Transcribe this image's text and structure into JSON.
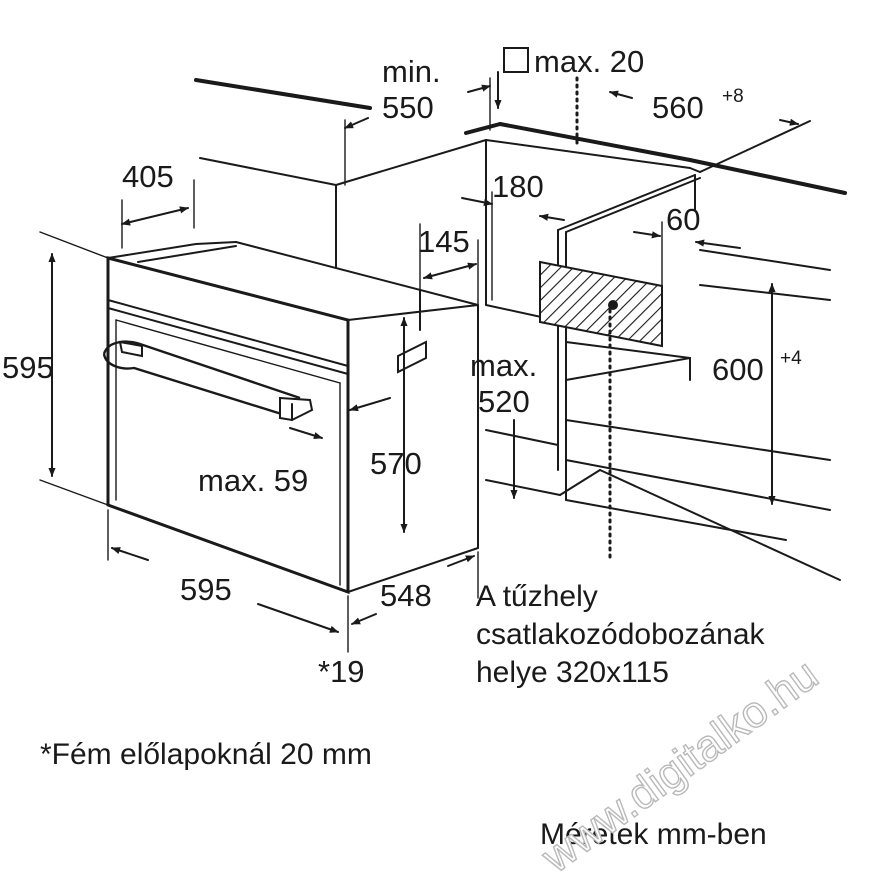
{
  "dimensions": {
    "min_label": "min.",
    "niche_depth": "550",
    "max20_label": "max. 20",
    "niche_width": "560",
    "niche_width_tol": "+8",
    "oven_depth": "405",
    "d180": "180",
    "d145": "145",
    "d60": "60",
    "oven_height": "595",
    "max520_label": "max.",
    "max520_value": "520",
    "niche_height": "600",
    "niche_height_tol": "+4",
    "max59": "max. 59",
    "oven_body_height": "570",
    "oven_width": "595",
    "oven_body_depth": "548",
    "front_note": "*19"
  },
  "texts": {
    "socket_line1": "A tűzhely",
    "socket_line2": "csatlakozódobozának",
    "socket_line3": "helye 320x115",
    "metal_note": "*Fém előlapoknál 20 mm",
    "units_note": "Méretek mm-ben",
    "watermark": "www.digitalko.hu"
  }
}
